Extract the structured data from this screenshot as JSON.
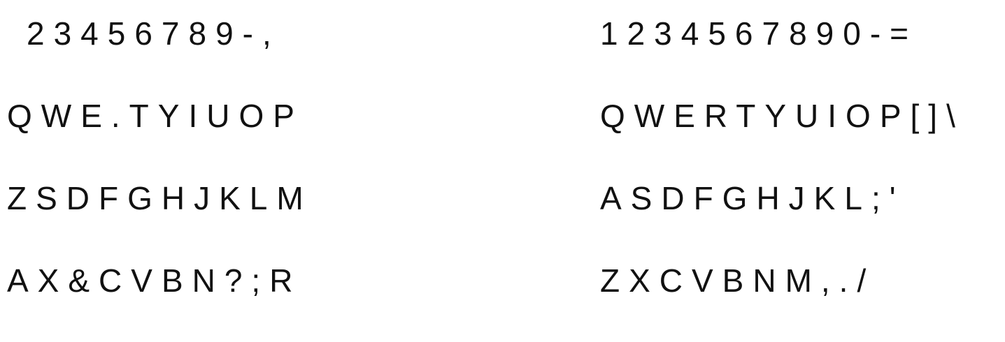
{
  "left_layout": {
    "rows": [
      "23456789-,",
      "QWE.TYIUOP",
      "ZSDFGHJKLM",
      "AX&CVBN?;R"
    ]
  },
  "right_layout": {
    "rows": [
      "1234567890-=",
      "QWERTYUIOP[]\\",
      "ASDFGHJKL;'",
      "ZXCVBNM,./"
    ]
  }
}
